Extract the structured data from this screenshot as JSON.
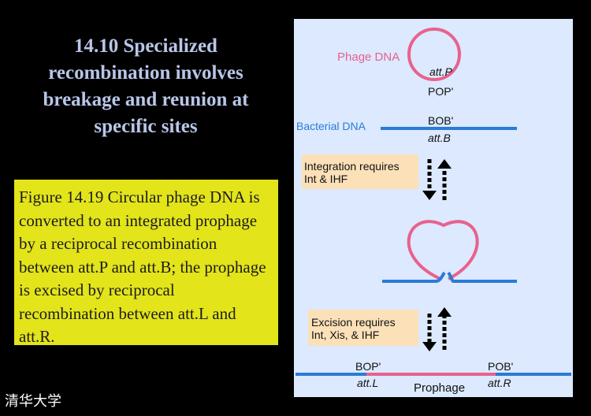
{
  "slide": {
    "title": "14.10 Specialized recombination involves breakage and reunion at specific sites",
    "caption": "Figure 14.19 Circular phage DNA is converted to an integrated prophage by a reciprocal recombination between att.P and att.B; the prophage is excised by reciprocal recombination between att.L and att.R."
  },
  "diagram": {
    "phage_label": "Phage DNA",
    "attP_label": "att.P",
    "pop_label": "POP'",
    "bacterial_label": "Bacterial DNA",
    "bob_label": "BOB'",
    "attB_label": "att.B",
    "integration_line1": "Integration requires",
    "integration_line2": "Int & IHF",
    "excision_line1": "Excision requires",
    "excision_line2": "Int, Xis,  & IHF",
    "bop_label": "BOP'",
    "attL_label": "att.L",
    "prophage_label": "Prophage",
    "pob_label": "POB'",
    "attR_label": "att.R",
    "colors": {
      "phage": "#e8628c",
      "bacterial": "#2a7bd6",
      "panel_bg": "#dce9ff",
      "box_bg": "#fbe0b8",
      "slide_bg": "#000000",
      "caption_bg": "#e3e41a",
      "title_text": "#b9c6e8"
    }
  },
  "logo": {
    "text": "清华大学"
  }
}
